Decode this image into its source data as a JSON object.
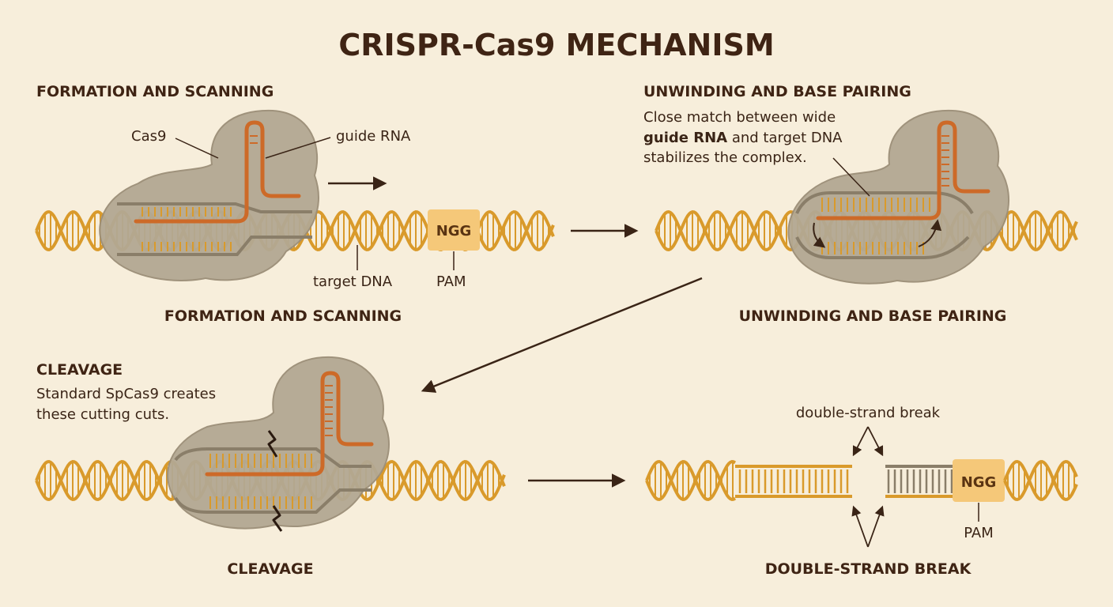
{
  "title": "CRISPR-Cas9 MECHANISM",
  "panels": {
    "formation": {
      "heading": "FORMATION AND SCANNING",
      "caption": "FORMATION AND SCANNING",
      "labels": {
        "cas9": "Cas9",
        "guide_rna": "guide RNA",
        "target_dna": "target DNA",
        "pam_seq": "NGG",
        "pam": "PAM"
      }
    },
    "unwinding": {
      "heading": "UNWINDING AND BASE PAIRING",
      "caption": "UNWINDING AND BASE PAIRING",
      "desc_line1": "Close match between wide",
      "desc_line2_bold": "guide RNA",
      "desc_line2_rest": " and target DNA",
      "desc_line3": "stabilizes the complex."
    },
    "cleavage": {
      "heading": "CLEAVAGE",
      "caption": "CLEAVAGE",
      "desc_line1": "Standard SpCas9 creates",
      "desc_line2": "these cutting cuts."
    },
    "dsb": {
      "caption": "DOUBLE-STRAND BREAK",
      "labels": {
        "break": "double-strand break",
        "pam_seq": "NGG",
        "pam": "PAM"
      }
    }
  },
  "colors": {
    "background": "#f7eedb",
    "protein": "#b3a893",
    "dna_gold": "#d99a2b",
    "rna_orange": "#cd6a28",
    "pam_box": "#f5c879",
    "text": "#3a2416"
  }
}
